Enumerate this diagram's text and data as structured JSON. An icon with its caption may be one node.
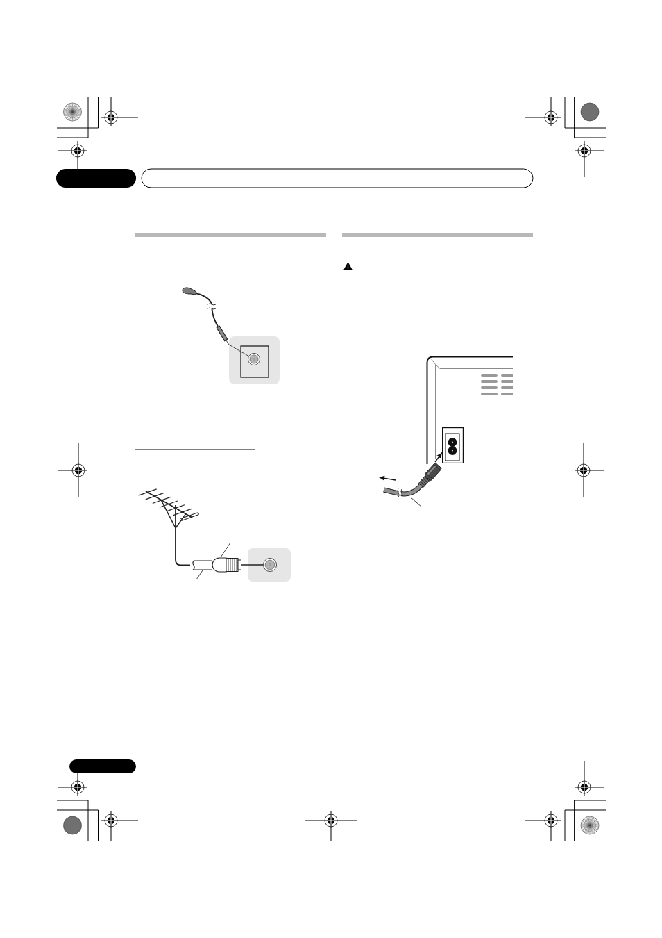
{
  "diagram": {
    "nodes": [
      {
        "text": [],
        "shape": "picture"
      },
      {
        "text": [],
        "shape": "box"
      },
      {
        "text": [],
        "shape": "circle",
        "in": 1
      },
      {
        "text": [],
        "shape": "picture"
      },
      {
        "text": [],
        "shape": "picture"
      },
      {
        "text": [],
        "shape": "picture"
      },
      {
        "text": [],
        "shape": "box"
      },
      {
        "text": [],
        "shape": "circle",
        "in": 6
      },
      {
        "text": [],
        "shape": "picture"
      },
      {
        "text": [],
        "shape": "box",
        "in": 8
      },
      {
        "text": [],
        "shape": "picture"
      },
      {
        "text": [],
        "shape": "picture"
      }
    ],
    "edges": [
      {
        "from": 0,
        "to": 2,
        "arrow": "none"
      },
      {
        "from": 3,
        "to": 4,
        "arrow": "none"
      },
      {
        "from": 5,
        "to": 7,
        "arrow": "none"
      },
      {
        "from": null,
        "to": 5,
        "arrow": "none"
      },
      {
        "from": null,
        "to": 4,
        "arrow": "none"
      },
      {
        "from": 10,
        "to": 9,
        "arrow": "to"
      },
      {
        "from": null,
        "to": 11,
        "arrow": "none"
      }
    ]
  }
}
